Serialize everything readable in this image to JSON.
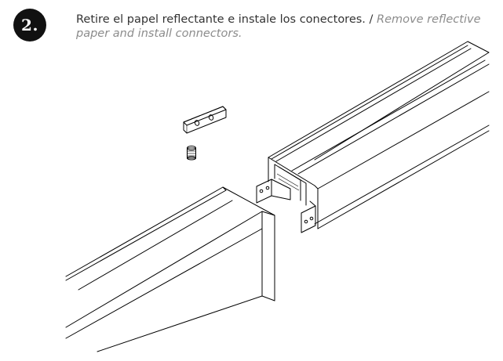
{
  "step": {
    "number": "2."
  },
  "instruction": {
    "es": "Retire el papel reflectante e instale los conectores. /",
    "en": "Remove reflective paper and install connectors."
  }
}
